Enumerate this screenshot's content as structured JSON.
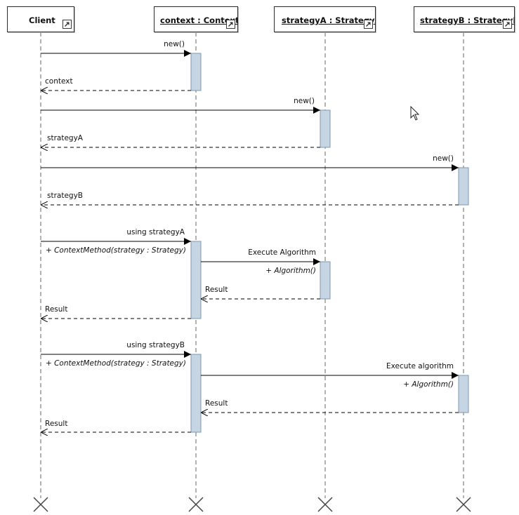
{
  "lifelines": [
    {
      "id": "client",
      "name": "Client",
      "instance": false
    },
    {
      "id": "context",
      "name": "context : Context",
      "instance": true
    },
    {
      "id": "strategyA",
      "name": "strategyA : StrategyA",
      "instance": true
    },
    {
      "id": "strategyB",
      "name": "strategyB : StrategyB",
      "instance": true
    }
  ],
  "messages": [
    {
      "label": "new()",
      "kind": "create"
    },
    {
      "label": "context",
      "kind": "return"
    },
    {
      "label": "new()",
      "kind": "create"
    },
    {
      "label": "strategyA",
      "kind": "return"
    },
    {
      "label": "new()",
      "kind": "create"
    },
    {
      "label": "strategyB",
      "kind": "return"
    },
    {
      "label": "using strategyA",
      "operation": "+ ContextMethod(strategy : Strategy)",
      "kind": "call"
    },
    {
      "label": "Execute Algorithm",
      "operation": "+ Algorithm()",
      "kind": "call"
    },
    {
      "label": "Result",
      "kind": "return"
    },
    {
      "label": "Result",
      "kind": "return"
    },
    {
      "label": "using strategyB",
      "operation": "+ ContextMethod(strategy : Strategy)",
      "kind": "call"
    },
    {
      "label": "Execute algorithm",
      "operation": "+ Algorithm()",
      "kind": "call"
    },
    {
      "label": "Result",
      "kind": "return"
    },
    {
      "label": "Result",
      "kind": "return"
    }
  ],
  "colors": {
    "activation_fill": "#c5d5e3",
    "activation_stroke": "#7f97ad",
    "lifeline_dash": "#9a9a9a",
    "message_line": "#000000"
  }
}
